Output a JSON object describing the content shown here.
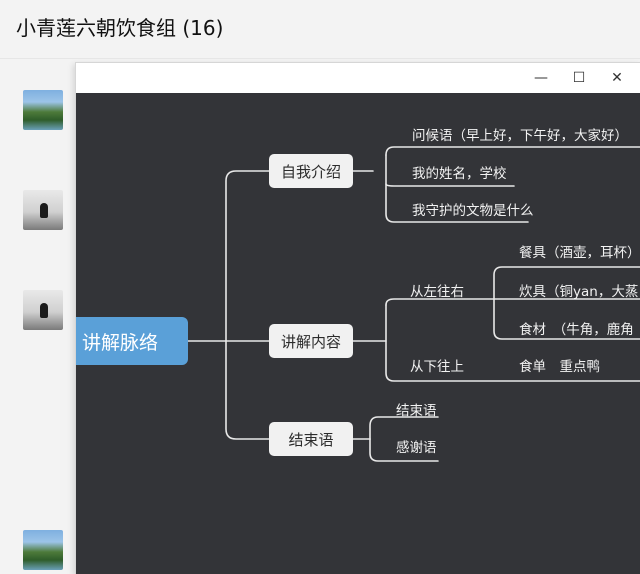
{
  "chat": {
    "title": "小青莲六朝饮食组 (16)"
  },
  "window": {
    "minimize_label": "—",
    "maximize_label": "☐",
    "close_label": "✕"
  },
  "mindmap": {
    "root": "讲解脉络",
    "branch_intro": "自我介绍",
    "intro_greeting": "问候语（早上好，下午好，大家好）",
    "intro_name": "我的姓名，学校",
    "intro_relic": "我守护的文物是什么",
    "branch_content": "讲解内容",
    "content_ltr": "从左往右",
    "content_tableware": "餐具（酒壶，耳杯）",
    "content_cookware": "炊具（铜yan，大蒸",
    "content_ingredients": "食材　（牛角，鹿角",
    "content_btt": "从下往上",
    "content_menu": "食单　重点鸭",
    "branch_ending": "结束语",
    "ending_closing": "结束语",
    "ending_thanks": "感谢语"
  }
}
